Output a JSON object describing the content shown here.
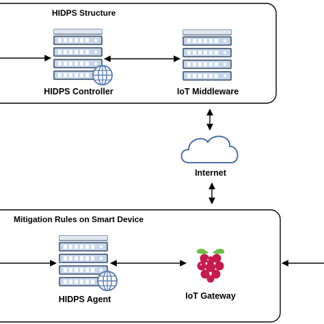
{
  "top_group": {
    "title": "HIDPS Structure"
  },
  "bottom_group": {
    "title": "Mitigation Rules on Smart Device"
  },
  "nodes": {
    "hidps_controller": {
      "label": "HIDPS Controller",
      "icon": "server-globe-icon"
    },
    "iot_middleware": {
      "label": "IoT Middleware",
      "icon": "server-icon"
    },
    "internet": {
      "label": "Internet",
      "icon": "cloud-icon"
    },
    "hidps_agent": {
      "label": "HIDPS Agent",
      "icon": "server-globe-icon"
    },
    "iot_gateway": {
      "label": "IoT Gateway",
      "icon": "raspberry-pi-icon"
    }
  },
  "colors": {
    "server_fill": "#c6d7ec",
    "server_dark": "#5f6f86",
    "globe": "#5d7fb1",
    "cloud_stroke": "#4a6ea8",
    "raspberry": "#c51a4a",
    "leaf": "#6cc04a"
  }
}
